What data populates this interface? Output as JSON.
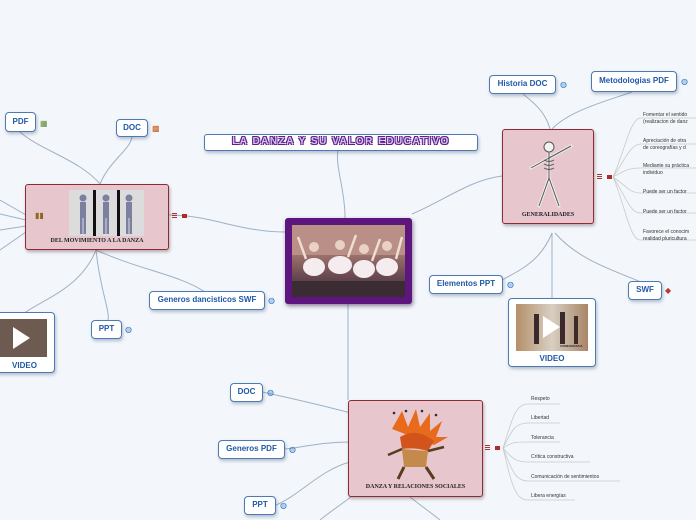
{
  "title": "LA DANZA Y SU VALOR EDUCATIVO",
  "topics": {
    "movimiento": "DEL MOVIMIENTO A LA DANZA",
    "generalidades": "GENERALIDADES",
    "social": "DANZA Y RELACIONES SOCIALES"
  },
  "links": {
    "pdf": "PDF",
    "doc_left": "DOC",
    "video_left": "VIDEO",
    "ppt_left": "PPT",
    "generos_swf": "Generos dancisticos SWF",
    "historia_doc": "Historia DOC",
    "metodologias_pdf": "Metodologias PDF",
    "elementos_ppt": "Elementos PPT",
    "swf": "SWF",
    "video_right": "VIDEO",
    "doc_bottom": "DOC",
    "generos_pdf": "Generos PDF",
    "ppt_bottom": "PPT"
  },
  "generalidades_items": [
    [
      "Fomentar el sentido",
      "(realizacion de danz"
    ],
    [
      "Apreciación de otra",
      "de coreografías y d"
    ],
    [
      "Mediante su práctica",
      "individuo"
    ],
    [
      "Puede ser un factor"
    ],
    [
      "Puede ser un factor"
    ],
    [
      "Favorece el conocim",
      "realidad pluricultura"
    ]
  ],
  "social_items": [
    "Respeto",
    "Libertad",
    "Tolerancia",
    "Crítica constructiva",
    "Comunicación de sentimientos",
    "Libera energías"
  ],
  "video_caption": "COREOGRAFIA",
  "colors": {
    "link_border": "#4d7ab3",
    "link_text": "#1f58a6",
    "topic_fill": "#e8c6cd",
    "topic_border": "#8c2b33",
    "center_fill": "#5e167f"
  },
  "icons": [
    "globe-icon",
    "note-icon",
    "flag-icon",
    "image-icon",
    "zip-icon",
    "cube-icon"
  ]
}
